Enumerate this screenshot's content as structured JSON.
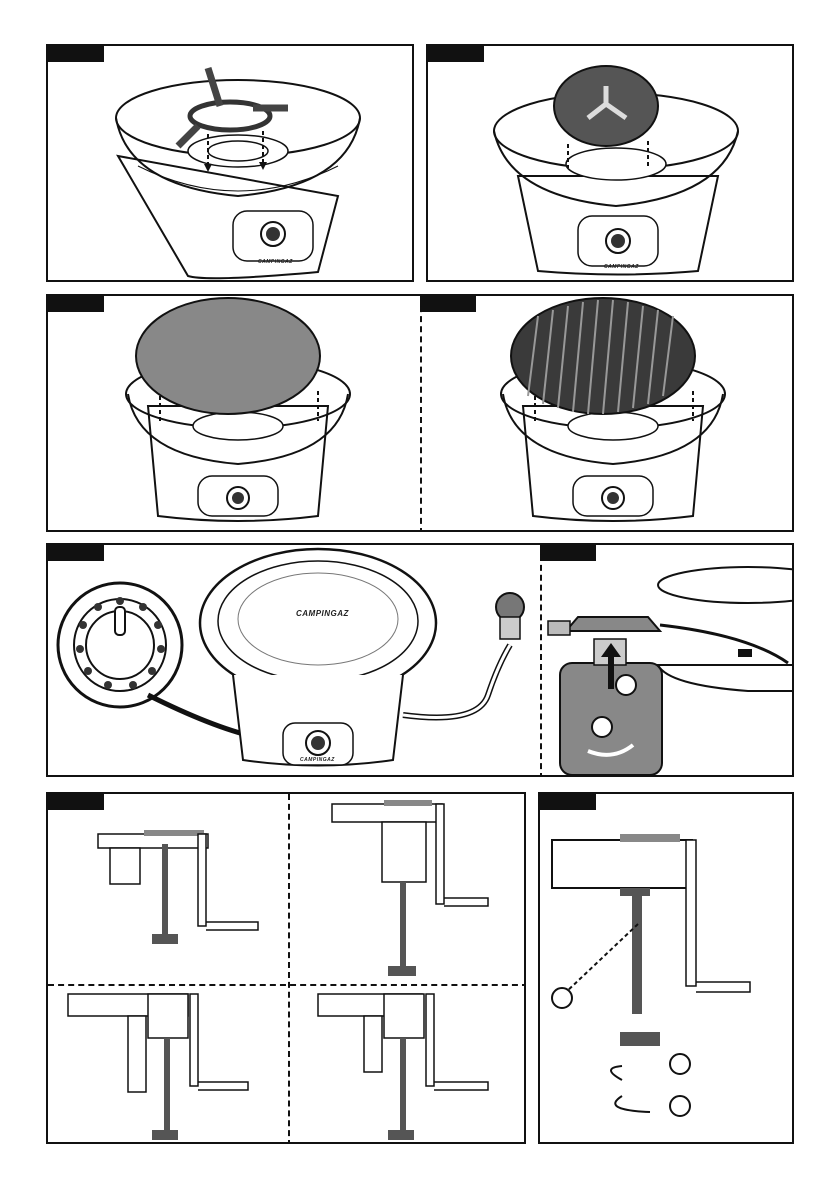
{
  "brand": {
    "logo_text_small": "CAMPINGAZ",
    "logo_text_large": "CAMPINGAZ"
  },
  "figures": [
    {
      "id": "fig1",
      "content": "burner ring with pot support being inserted into bowl"
    },
    {
      "id": "fig2",
      "content": "three-arm cover placed on burner"
    },
    {
      "id": "fig3",
      "content": "flat plancha plate placed on bowl"
    },
    {
      "id": "fig4",
      "content": "ribbed grill plate placed on bowl"
    },
    {
      "id": "fig5",
      "content": "control knob detail and hose to regulator"
    },
    {
      "id": "fig6",
      "content": "cartridge attached to regulator"
    },
    {
      "id": "fig7",
      "content": "table clamp variants"
    },
    {
      "id": "fig8",
      "content": "table clamp tightening detail"
    }
  ],
  "colors": {
    "line": "#111111",
    "fill_dark": "#555555",
    "fill_mid": "#888888",
    "fill_light": "#d8d8d8"
  }
}
